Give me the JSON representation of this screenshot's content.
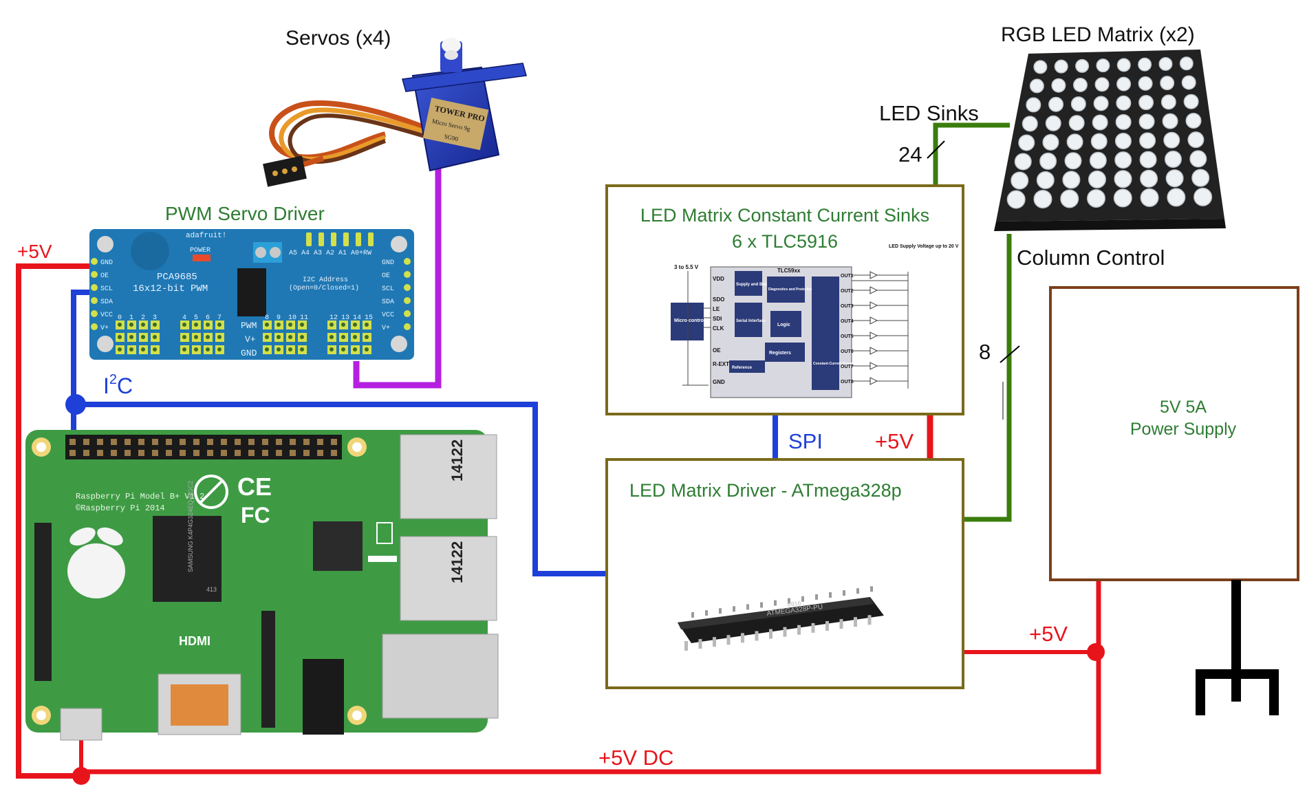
{
  "labels": {
    "servos": "Servos (x4)",
    "led_matrix": "RGB LED Matrix (x2)",
    "led_sinks": "LED Sinks",
    "sinks_count": "24",
    "column_control": "Column Control",
    "column_count": "8",
    "pwm_driver": "PWM Servo Driver",
    "plus5v_left": "+5V",
    "i2c_main": "I",
    "i2c_sup": "2",
    "i2c_end": "C",
    "spi": "SPI",
    "plus5v_mid": "+5V",
    "plus5v_right": "+5V",
    "plus5v_dc": "+5V DC"
  },
  "sinks_box": {
    "title": "LED Matrix Constant Current Sinks",
    "subtitle": "6 x TLC5916"
  },
  "driver_box": {
    "title": "LED Matrix Driver - ATmega328p"
  },
  "power_box": {
    "line1": "5V 5A",
    "line2": "Power Supply"
  },
  "tlc_diagram": {
    "vin": "3 to 5.5 V",
    "led_supply": "LED Supply Voltage up to 20 V",
    "vdd": "VDD",
    "sdo": "SDO",
    "le": "LE",
    "sdi": "SDI",
    "clk": "CLK",
    "oe": "OE",
    "rext": "R-EXT",
    "gnd": "GND",
    "micro": "Micro-controller",
    "supply_bias": "Supply and Biasing",
    "serial_if": "Serial Interface",
    "chip": "TLC59xx",
    "diag": "Diagnostics and Protection",
    "logic": "Logic",
    "registers": "Registers",
    "reference": "Reference",
    "ccd": "Constant-Current Drivers",
    "outs": [
      "OUT1",
      "OUT2",
      "OUT3",
      "OUT4",
      "OUT5",
      "OUT6",
      "OUT7",
      "OUT8"
    ]
  },
  "pwm_board": {
    "brand": "adafruit!",
    "power": "POWER",
    "chip": "PCA9685",
    "desc": "16x12-bit PWM",
    "addr": "I2C Address",
    "addr2": "(Open=0/Closed=1)",
    "addr_bits": "A5 A4 A3 A2 A1 A0+RW",
    "left_pins": [
      "GND",
      "OE",
      "SCL",
      "SDA",
      "VCC",
      "V+"
    ],
    "right_pins": [
      "GND",
      "OE",
      "SCL",
      "SDA",
      "VCC",
      "V+"
    ],
    "ch_nums": [
      "0",
      "1",
      "2",
      "3",
      "4",
      "5",
      "6",
      "7",
      "8",
      "9",
      "10",
      "11",
      "12",
      "13",
      "14",
      "15"
    ],
    "pwm": "PWM",
    "vplus": "V+",
    "gnd": "GND"
  },
  "rpi": {
    "model": "Raspberry Pi Model B+ V1.2",
    "copyright": "©Raspberry Pi 2014",
    "hdmi": "HDMI",
    "usb_code": "14122",
    "ram": "SAMSUNG K4P4G324EQ-RGC2",
    "soc": "413",
    "ce": "CE",
    "fc": "FC"
  },
  "servo": {
    "brand": "TOWER PRO",
    "model": "Micro Servo 9g",
    "part": "SG90"
  },
  "atmega": {
    "part": "ATMEGA328P-PU",
    "code": "0916"
  },
  "colors": {
    "frame_olive": "#7a6a1a",
    "frame_brown": "#7b3f1a",
    "green_text": "#2e7d32",
    "red": "#e8141b",
    "blue": "#1e3fd8",
    "purple": "#b51fe0",
    "dark_green": "#3a7d0c"
  }
}
